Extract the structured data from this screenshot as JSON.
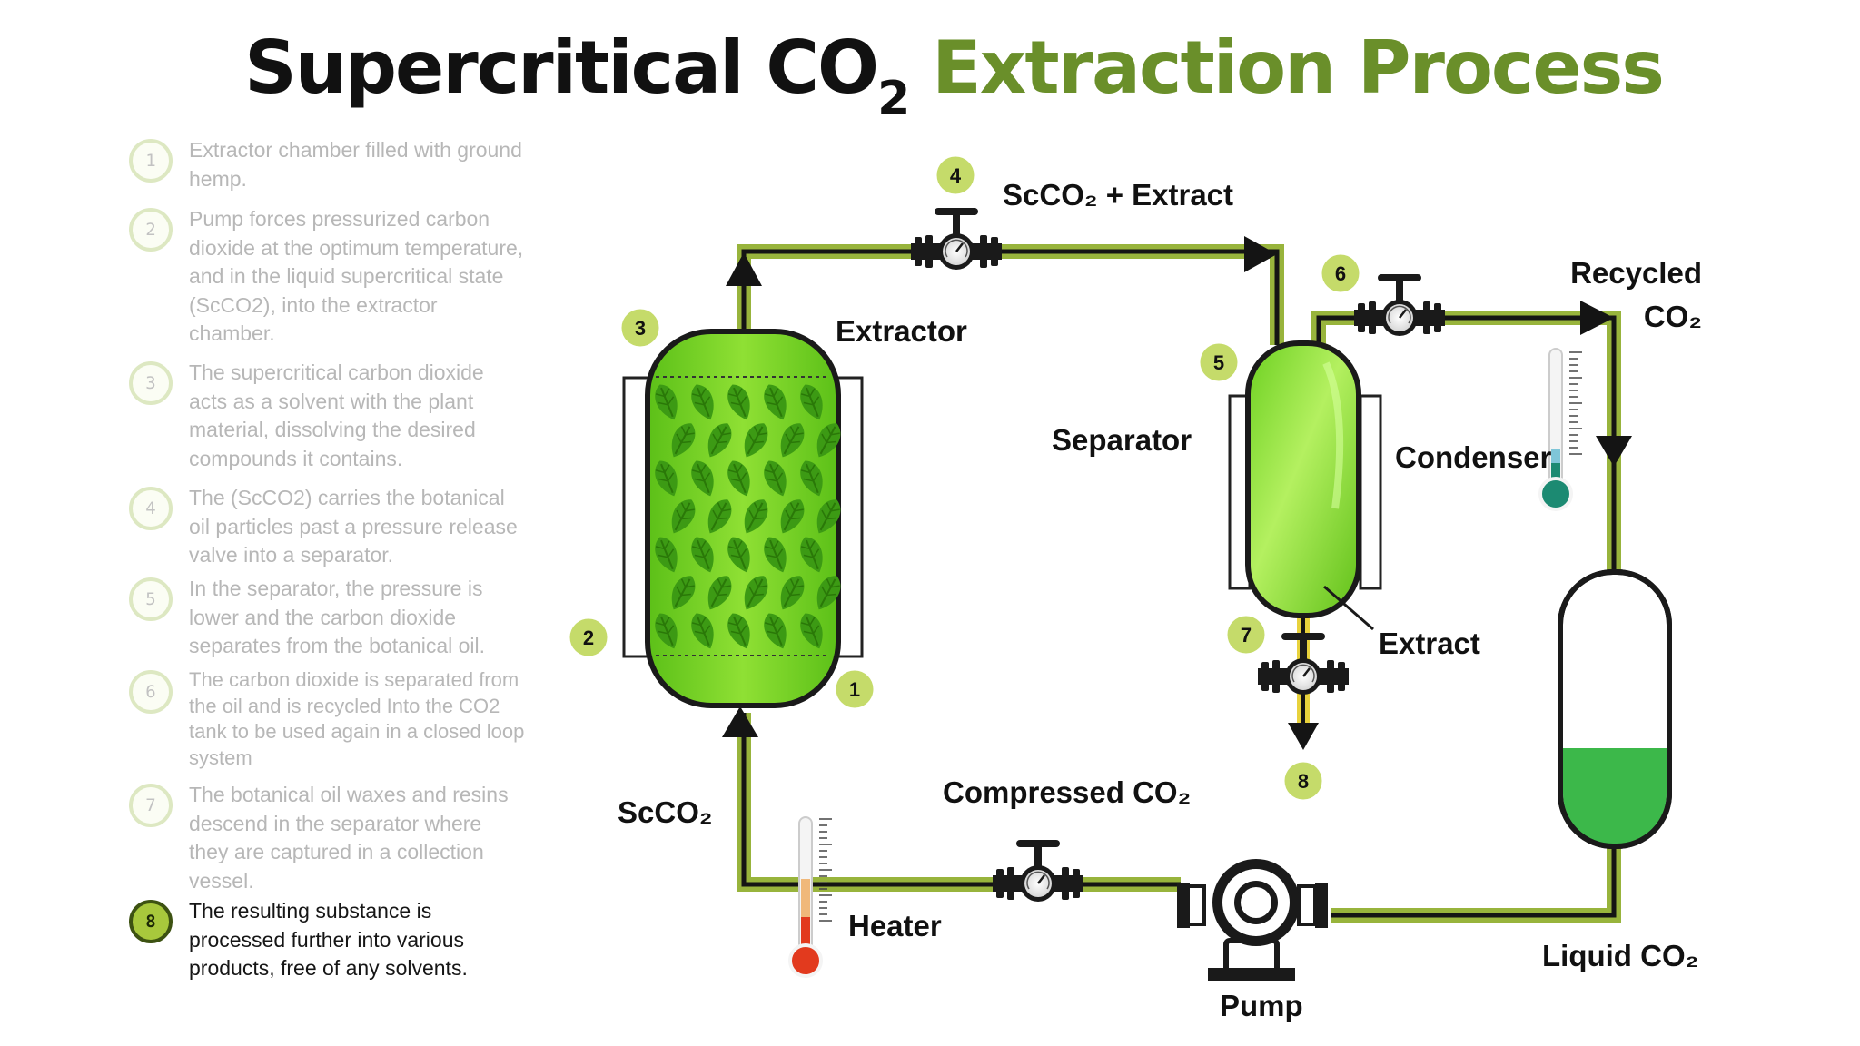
{
  "title": {
    "part1": "Supercritical CO",
    "sub": "2",
    "part2": " Extraction Process"
  },
  "steps": [
    {
      "num": "1",
      "text": "Extractor chamber filled with ground hemp."
    },
    {
      "num": "2",
      "text": "Pump forces pressurized carbon dioxide at the optimum temperature, and in the liquid supercritical state (ScCO2), into the extractor chamber."
    },
    {
      "num": "3",
      "text": "The supercritical carbon dioxide acts as a solvent with the plant material, dissolving the desired compounds it contains."
    },
    {
      "num": "4",
      "text": "The (ScCO2) carries the botanical oil particles past a pressure release valve into a separator."
    },
    {
      "num": "5",
      "text": "In the separator, the pressure is lower and the carbon dioxide separates from the botanical oil."
    },
    {
      "num": "6",
      "text": "The carbon dioxide is separated from the oil and is recycled  Into the CO2 tank to be used again in a closed loop system"
    },
    {
      "num": "7",
      "text": "The botanical oil waxes and resins descend in the separator where they are captured in a collection vessel."
    },
    {
      "num": "8",
      "text": "The resulting substance is processed further into various products, free of any solvents."
    }
  ],
  "labels": {
    "extractor": "Extractor",
    "separator": "Separator",
    "condenser": "Condenser",
    "extract": "Extract",
    "recycled": "Recycled",
    "recycled_co2": "CO₂",
    "scco2_extract": "ScCO₂ + Extract",
    "scco2": "ScCO₂",
    "compressed": "Compressed CO₂",
    "heater": "Heater",
    "pump": "Pump",
    "liquid": "Liquid CO₂"
  },
  "badges": [
    "1",
    "2",
    "3",
    "4",
    "5",
    "6",
    "7",
    "8"
  ],
  "colors": {
    "accent": "#6a8f2a",
    "pipe": "#98b43c",
    "pipe_dark": "#141414",
    "vessel_green": "#78d428",
    "vessel_light": "#a8ec50",
    "badge_fill": "#c5db6a",
    "liquid_co2": "#3cb84a",
    "heater_red": "#e23a1e",
    "condenser_teal": "#1c8a72"
  }
}
